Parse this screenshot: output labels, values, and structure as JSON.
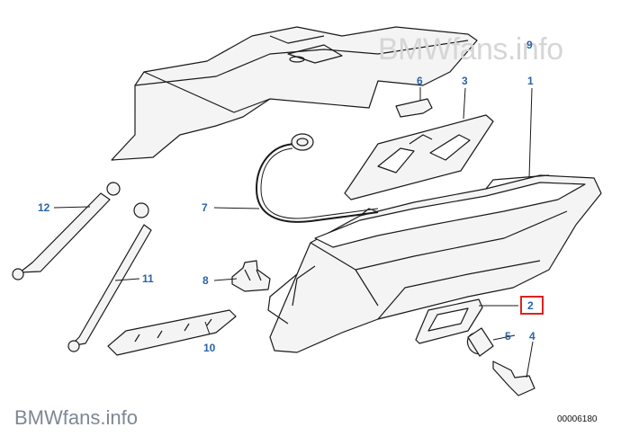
{
  "watermark_top": "BMWfans.info",
  "watermark_bottom": "BMWfans.info",
  "diagram_number": "00006180",
  "callouts": {
    "c1": "1",
    "c2": "2",
    "c3": "3",
    "c4": "4",
    "c5": "5",
    "c6": "6",
    "c7": "7",
    "c8": "8",
    "c9": "9",
    "c10": "10",
    "c11": "11",
    "c12": "12"
  },
  "colors": {
    "callout": "#2a63a8",
    "highlight": "#e02020",
    "line": "#1a1a1a"
  }
}
